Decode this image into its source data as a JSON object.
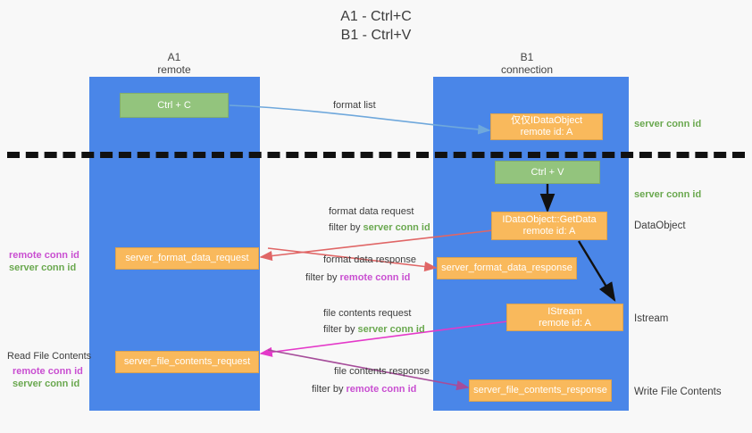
{
  "title": {
    "line1": "A1 - Ctrl+C",
    "line2": "B1 - Ctrl+V"
  },
  "lanes": [
    {
      "name": "A1",
      "sub": "remote"
    },
    {
      "name": "B1",
      "sub": "connection"
    }
  ],
  "boxes": {
    "ctrl_c": "Ctrl + C",
    "ctrl_v": "Ctrl + V",
    "set_clipboard_l1": "仅仅IDataObject",
    "set_clipboard_l2": "remote id: A",
    "getdata_l1": "IDataObject::GetData",
    "getdata_l2": "remote id: A",
    "istream_l1": "IStream",
    "istream_l2": "remote id: A",
    "server_format_data_request": "server_format_data_request",
    "server_format_data_response": "server_format_data_response",
    "server_file_contents_request": "server_file_contents_request",
    "server_file_contents_response": "server_file_contents_response"
  },
  "edge_labels": {
    "format_list": "format list",
    "format_data_request": "format data request",
    "format_data_request_filter_prefix": "filter by ",
    "format_data_request_filter_value": "server conn id",
    "format_data_response": "format data response",
    "format_data_response_filter_prefix": "filter by ",
    "format_data_response_filter_value": "remote conn id",
    "file_contents_request": "file contents request",
    "file_contents_request_filter_prefix": "filter by ",
    "file_contents_request_filter_value": "server conn id",
    "file_contents_response": "file contents response",
    "file_contents_response_filter_prefix": "filter by ",
    "file_contents_response_filter_value": "remote conn id"
  },
  "right_labels": {
    "server_conn_id_top": "server conn id",
    "server_conn_id_mid": "server conn id",
    "dataobject": "DataObject",
    "istream": "Istream",
    "write_file_contents": "Write File Contents"
  },
  "left_labels": {
    "remote_conn_id_1": "remote conn id",
    "server_conn_id_1": "server conn id",
    "read_file_contents": "Read File Contents",
    "remote_conn_id_2": "remote conn id",
    "server_conn_id_2": "server conn id"
  },
  "colors": {
    "lane": "#4a86e8",
    "green_box": "#93c47d",
    "orange_box": "#f9b95c",
    "green_text": "#6aa84f",
    "magenta_text": "#c94fd1",
    "arrow_blue": "#6fa8dc",
    "arrow_red": "#e06666",
    "arrow_magenta": "#e439c9",
    "arrow_purple": "#a64d9a",
    "arrow_black": "#111111",
    "background": "#f8f8f8"
  }
}
